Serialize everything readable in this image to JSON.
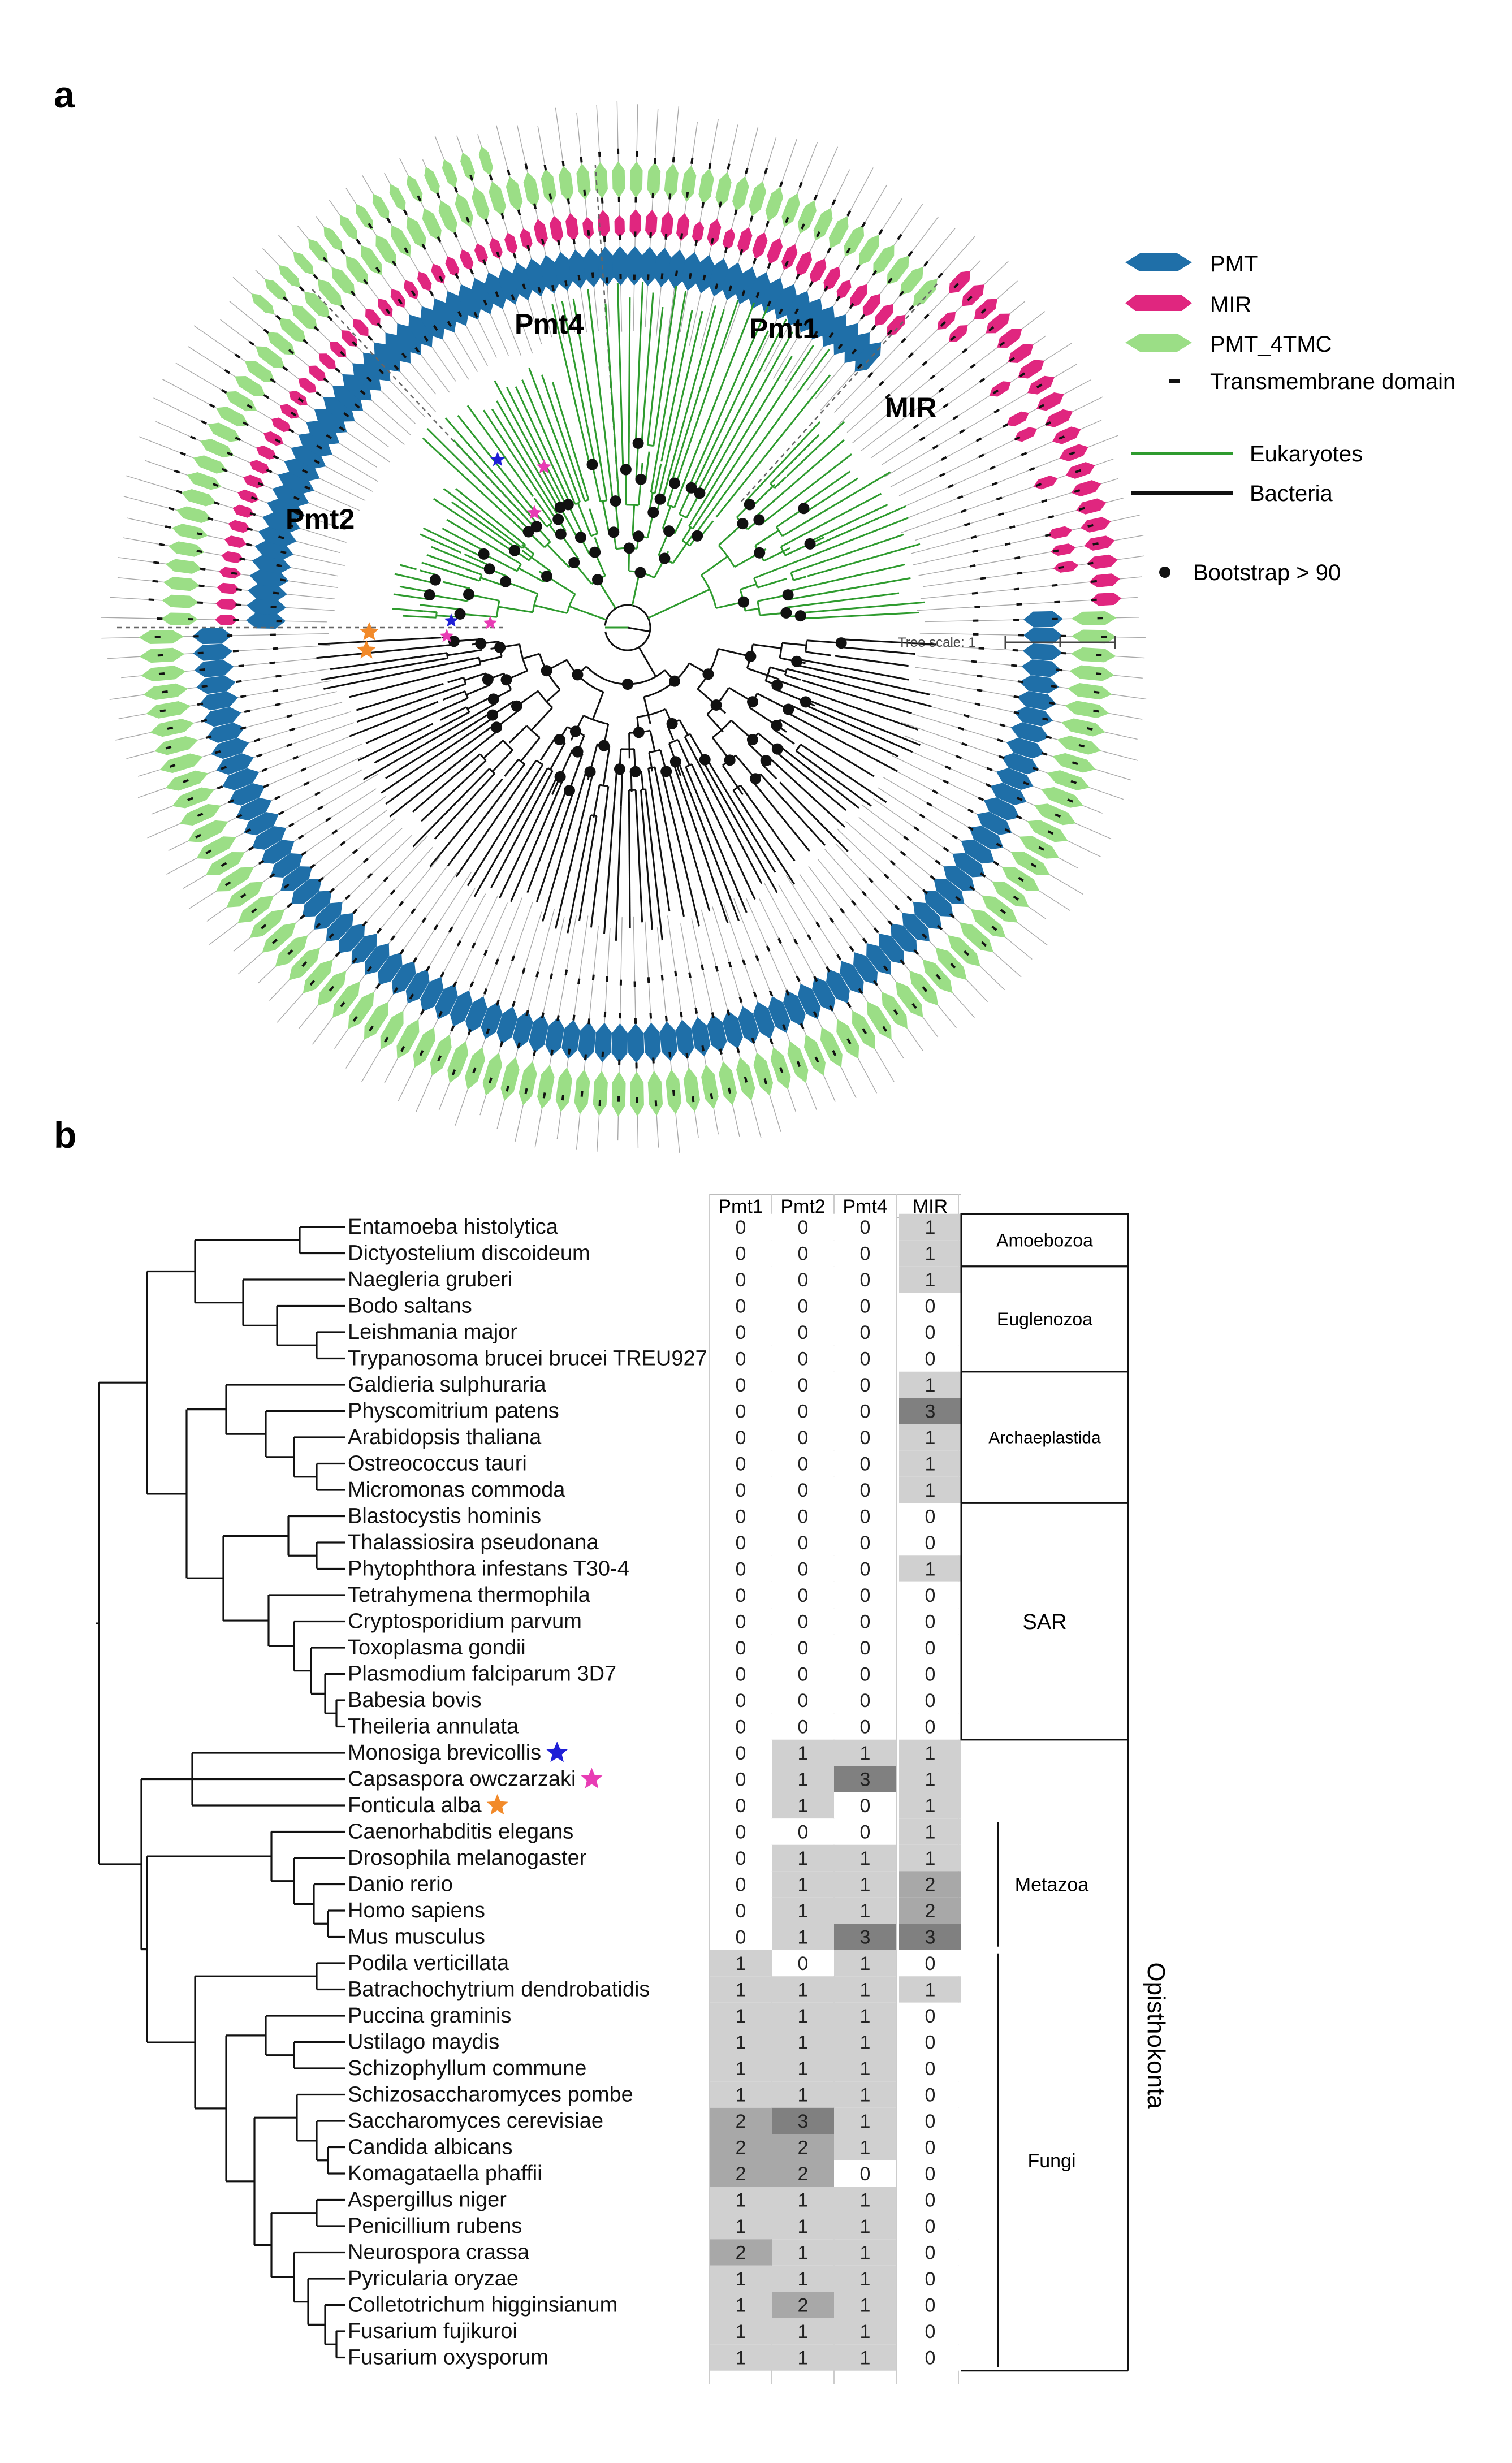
{
  "panel_a": {
    "label": "a",
    "clade_labels": [
      "Pmt4",
      "Pmt1",
      "MIR",
      "Pmt2"
    ],
    "legend": {
      "domains": [
        {
          "label": "PMT",
          "color": "#1f6fa8",
          "shape": "hexagon"
        },
        {
          "label": "MIR",
          "color": "#e0267f",
          "shape": "octagon"
        },
        {
          "label": "PMT_4TMC",
          "color": "#9bde86",
          "shape": "hexagon"
        },
        {
          "label": "Transmembrane domain",
          "color": "#111111",
          "shape": "bar"
        }
      ],
      "branches": [
        {
          "label": "Eukaryotes",
          "color": "#2e9b2e"
        },
        {
          "label": "Bacteria",
          "color": "#111111"
        }
      ],
      "bootstrap": {
        "label": "Bootstrap > 90"
      }
    },
    "tree_scale": {
      "label": "Tree scale: 1"
    },
    "colors": {
      "eukaryote": "#2e9b2e",
      "bacteria": "#111111",
      "blue_star": "#1f1fd6",
      "pink_star": "#e83cb4",
      "orange_star": "#f28a2a"
    }
  },
  "panel_b": {
    "label": "b",
    "columns": [
      "Pmt1",
      "Pmt2",
      "Pmt4",
      "MIR"
    ],
    "rows": [
      {
        "name": "Entamoeba histolytica",
        "v": [
          0,
          0,
          0,
          1
        ],
        "star": null
      },
      {
        "name": "Dictyostelium discoideum",
        "v": [
          0,
          0,
          0,
          1
        ],
        "star": null
      },
      {
        "name": "Naegleria gruberi",
        "v": [
          0,
          0,
          0,
          1
        ],
        "star": null
      },
      {
        "name": "Bodo saltans",
        "v": [
          0,
          0,
          0,
          0
        ],
        "star": null
      },
      {
        "name": "Leishmania major",
        "v": [
          0,
          0,
          0,
          0
        ],
        "star": null
      },
      {
        "name": "Trypanosoma brucei brucei TREU927",
        "v": [
          0,
          0,
          0,
          0
        ],
        "star": null
      },
      {
        "name": "Galdieria sulphuraria",
        "v": [
          0,
          0,
          0,
          1
        ],
        "star": null
      },
      {
        "name": "Physcomitrium patens",
        "v": [
          0,
          0,
          0,
          3
        ],
        "star": null
      },
      {
        "name": "Arabidopsis thaliana",
        "v": [
          0,
          0,
          0,
          1
        ],
        "star": null
      },
      {
        "name": "Ostreococcus tauri",
        "v": [
          0,
          0,
          0,
          1
        ],
        "star": null
      },
      {
        "name": "Micromonas commoda",
        "v": [
          0,
          0,
          0,
          1
        ],
        "star": null
      },
      {
        "name": "Blastocystis hominis",
        "v": [
          0,
          0,
          0,
          0
        ],
        "star": null
      },
      {
        "name": "Thalassiosira pseudonana",
        "v": [
          0,
          0,
          0,
          0
        ],
        "star": null
      },
      {
        "name": "Phytophthora infestans T30-4",
        "v": [
          0,
          0,
          0,
          1
        ],
        "star": null
      },
      {
        "name": "Tetrahymena thermophila",
        "v": [
          0,
          0,
          0,
          0
        ],
        "star": null
      },
      {
        "name": "Cryptosporidium parvum",
        "v": [
          0,
          0,
          0,
          0
        ],
        "star": null
      },
      {
        "name": "Toxoplasma gondii",
        "v": [
          0,
          0,
          0,
          0
        ],
        "star": null
      },
      {
        "name": "Plasmodium falciparum 3D7",
        "v": [
          0,
          0,
          0,
          0
        ],
        "star": null
      },
      {
        "name": "Babesia bovis",
        "v": [
          0,
          0,
          0,
          0
        ],
        "star": null
      },
      {
        "name": "Theileria annulata",
        "v": [
          0,
          0,
          0,
          0
        ],
        "star": null
      },
      {
        "name": "Monosiga brevicollis",
        "v": [
          0,
          1,
          1,
          1
        ],
        "star": "blue"
      },
      {
        "name": "Capsaspora owczarzaki",
        "v": [
          0,
          1,
          3,
          1
        ],
        "star": "pink"
      },
      {
        "name": "Fonticula alba",
        "v": [
          0,
          1,
          0,
          1
        ],
        "star": "orange"
      },
      {
        "name": "Caenorhabditis elegans",
        "v": [
          0,
          0,
          0,
          1
        ],
        "star": null
      },
      {
        "name": "Drosophila melanogaster",
        "v": [
          0,
          1,
          1,
          1
        ],
        "star": null
      },
      {
        "name": "Danio rerio",
        "v": [
          0,
          1,
          1,
          2
        ],
        "star": null
      },
      {
        "name": "Homo sapiens",
        "v": [
          0,
          1,
          1,
          2
        ],
        "star": null
      },
      {
        "name": "Mus musculus",
        "v": [
          0,
          1,
          3,
          3
        ],
        "star": null
      },
      {
        "name": "Podila verticillata",
        "v": [
          1,
          0,
          1,
          0
        ],
        "star": null
      },
      {
        "name": "Batrachochytrium dendrobatidis",
        "v": [
          1,
          1,
          1,
          1
        ],
        "star": null
      },
      {
        "name": "Puccina graminis",
        "v": [
          1,
          1,
          1,
          0
        ],
        "star": null
      },
      {
        "name": "Ustilago maydis",
        "v": [
          1,
          1,
          1,
          0
        ],
        "star": null
      },
      {
        "name": "Schizophyllum commune",
        "v": [
          1,
          1,
          1,
          0
        ],
        "star": null
      },
      {
        "name": "Schizosaccharomyces pombe",
        "v": [
          1,
          1,
          1,
          0
        ],
        "star": null
      },
      {
        "name": "Saccharomyces cerevisiae",
        "v": [
          2,
          3,
          1,
          0
        ],
        "star": null
      },
      {
        "name": "Candida albicans",
        "v": [
          2,
          2,
          1,
          0
        ],
        "star": null
      },
      {
        "name": "Komagataella phaffii",
        "v": [
          2,
          2,
          0,
          0
        ],
        "star": null
      },
      {
        "name": "Aspergillus niger",
        "v": [
          1,
          1,
          1,
          0
        ],
        "star": null
      },
      {
        "name": "Penicillium rubens",
        "v": [
          1,
          1,
          1,
          0
        ],
        "star": null
      },
      {
        "name": "Neurospora crassa",
        "v": [
          2,
          1,
          1,
          0
        ],
        "star": null
      },
      {
        "name": "Pyricularia oryzae",
        "v": [
          1,
          1,
          1,
          0
        ],
        "star": null
      },
      {
        "name": "Colletotrichum higginsianum",
        "v": [
          1,
          2,
          1,
          0
        ],
        "star": null
      },
      {
        "name": "Fusarium fujikuroi",
        "v": [
          1,
          1,
          1,
          0
        ],
        "star": null
      },
      {
        "name": "Fusarium oxysporum",
        "v": [
          1,
          1,
          1,
          0
        ],
        "star": null
      }
    ],
    "groups": [
      {
        "label": "Amoebozoa",
        "rows": [
          0,
          1
        ]
      },
      {
        "label": "Euglenozoa",
        "rows": [
          2,
          5
        ]
      },
      {
        "label": "Archaeplastida",
        "rows": [
          6,
          10
        ]
      },
      {
        "label": "SAR",
        "rows": [
          11,
          19
        ]
      },
      {
        "label": "Metazoa",
        "rows": [
          23,
          27
        ]
      },
      {
        "label": "Fungi",
        "rows": [
          28,
          43
        ]
      },
      {
        "label": "Opisthokonta",
        "rows": [
          20,
          43
        ]
      }
    ],
    "cell_colors": {
      "0": "#ffffff",
      "1": "#d0d0d0",
      "2": "#a8a8a8",
      "3": "#808080"
    }
  }
}
